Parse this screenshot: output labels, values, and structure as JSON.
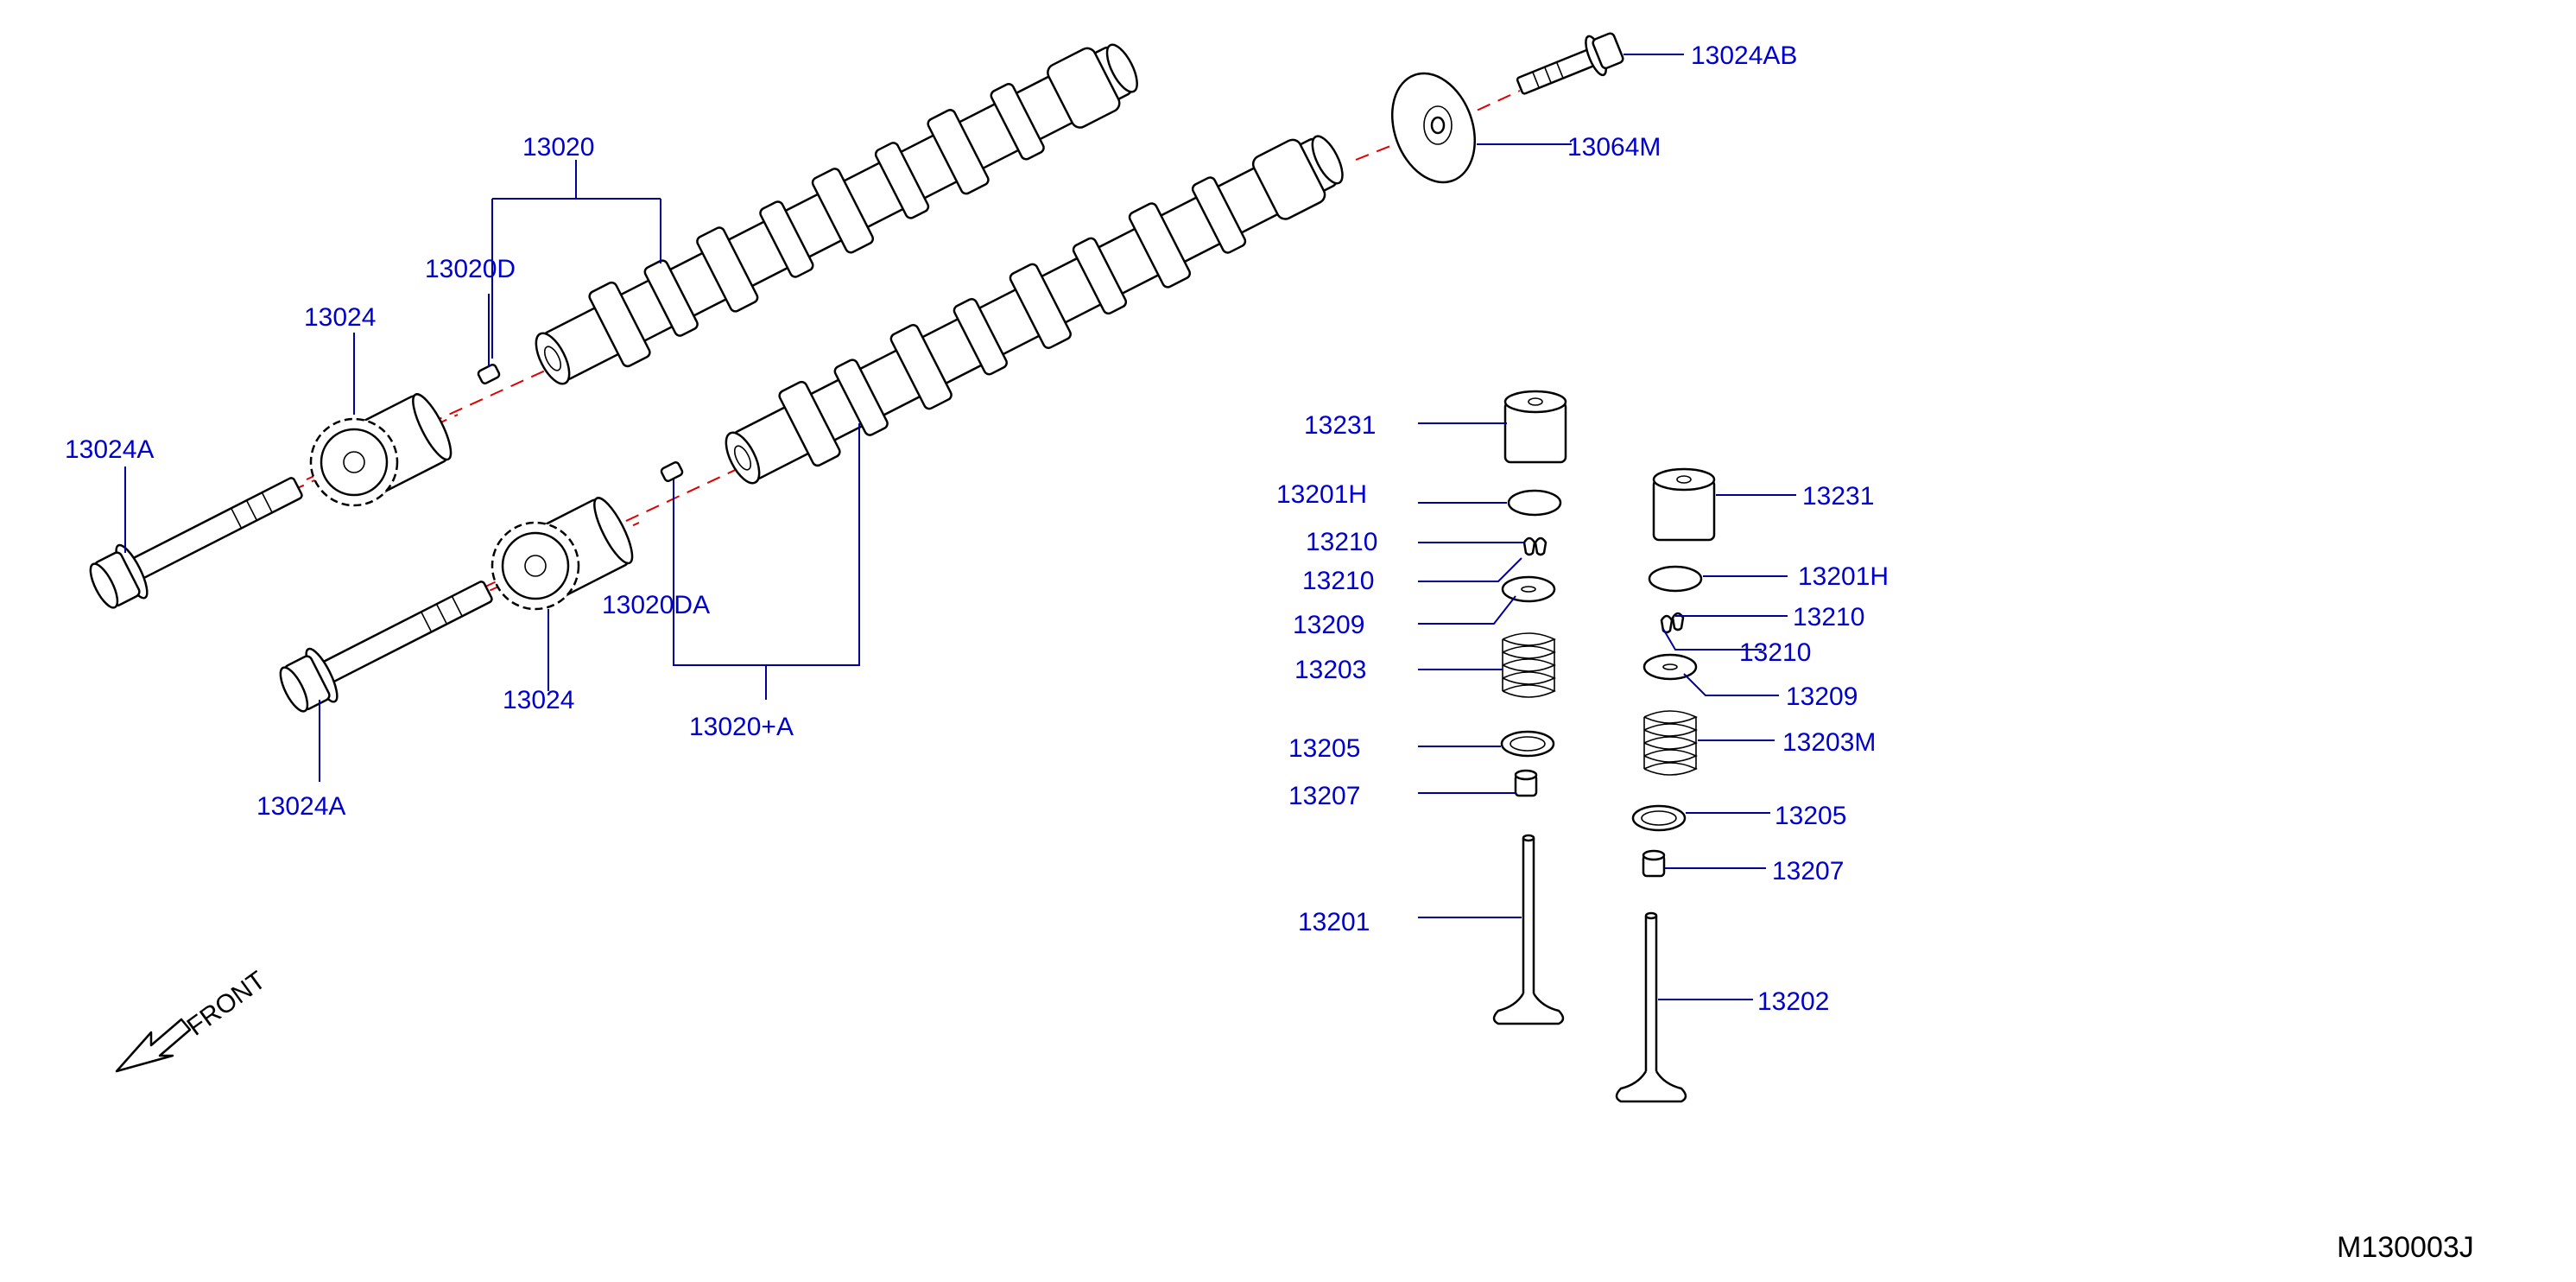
{
  "labels": {
    "p13020": "13020",
    "p13020D": "13020D",
    "p13024_top": "13024",
    "p13024A_top": "13024A",
    "p13020DA": "13020DA",
    "p13024_bot": "13024",
    "p13024A_bot": "13024A",
    "p13020A": "13020+A",
    "p13024AB": "13024AB",
    "p13064M": "13064M",
    "l13231": "13231",
    "l13201H": "13201H",
    "l13210a": "13210",
    "l13210b": "13210",
    "l13209": "13209",
    "l13203": "13203",
    "l13205": "13205",
    "l13207": "13207",
    "l13201": "13201",
    "r13231": "13231",
    "r13201H": "13201H",
    "r13210a": "13210",
    "r13210b": "13210",
    "r13209": "13209",
    "r13203M": "13203M",
    "r13205": "13205",
    "r13207": "13207",
    "r13202": "13202"
  },
  "front_label": "FRONT",
  "diagram_code": "M130003J",
  "colors": {
    "label": "#0000cc",
    "leader": "#000099",
    "center_axis": "#e00000",
    "outline": "#000000"
  }
}
